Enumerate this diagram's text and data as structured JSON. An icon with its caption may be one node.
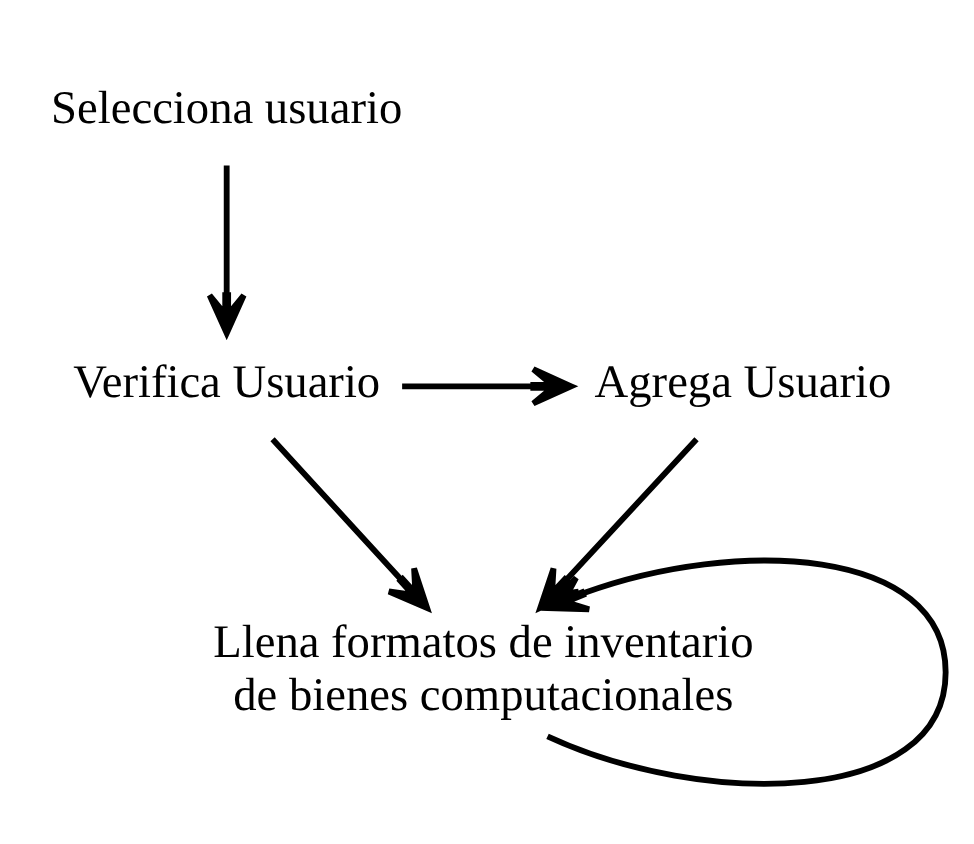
{
  "diagram": {
    "nodes": [
      {
        "text": [
          "Selecciona usuario"
        ]
      },
      {
        "text": [
          "Verifica Usuario"
        ]
      },
      {
        "text": [
          "Agrega Usuario"
        ]
      },
      {
        "text": [
          "Llena formatos de inventario de bienes computacionales"
        ]
      }
    ],
    "edges": [
      {
        "from": 0,
        "to": 1,
        "arrow": "to"
      },
      {
        "from": 1,
        "to": 2,
        "arrow": "to"
      },
      {
        "from": 1,
        "to": 3,
        "arrow": "to"
      },
      {
        "from": 2,
        "to": 3,
        "arrow": "to"
      },
      {
        "from": 3,
        "to": 3,
        "arrow": "to"
      }
    ]
  }
}
